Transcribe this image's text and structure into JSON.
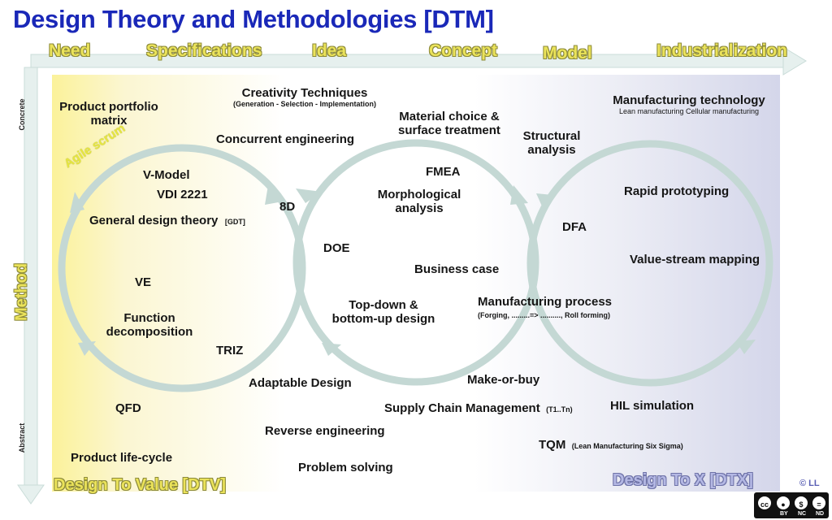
{
  "title": "Design Theory and Methodologies [DTM]",
  "phases": [
    "Need",
    "Specifications",
    "Idea",
    "Concept",
    "Model",
    "Industrialization"
  ],
  "axis": {
    "method": "Method",
    "concrete": "Concrete",
    "abstract": "Abstract"
  },
  "corners": {
    "dtv": "Design To Value [DTV]",
    "dtx": "Design To X [DTX]"
  },
  "agile": "Agile scrum",
  "copyright": "© LL",
  "license": {
    "by": "BY",
    "nc": "NC",
    "nd": "ND"
  },
  "items": {
    "product_portfolio": "Product portfolio",
    "product_portfolio_2": "matrix",
    "creativity": "Creativity Techniques",
    "creativity_sub": "(Generation - Selection - Implementation)",
    "concurrent": "Concurrent engineering",
    "material": "Material choice &",
    "material_2": "surface treatment",
    "structural": "Structural",
    "structural_2": "analysis",
    "manufacturing_tech": "Manufacturing technology",
    "manufacturing_tech_sub": "Lean manufacturing Cellular manufacturing",
    "vmodel": "V-Model",
    "vdi": "VDI 2221",
    "gdt": "General design theory",
    "gdt_sub": "[GDT]",
    "eightd": "8D",
    "fmea": "FMEA",
    "morph": "Morphological",
    "morph_2": "analysis",
    "rapid": "Rapid prototyping",
    "dfa": "DFA",
    "doe": "DOE",
    "business": "Business case",
    "vsm": "Value-stream mapping",
    "ve": "VE",
    "function": "Function",
    "function_2": "decomposition",
    "topdown": "Top-down &",
    "topdown_2": "bottom-up design",
    "mproc": "Manufacturing process",
    "mproc_sub": "(Forging, .........=> .........., Roll forming)",
    "triz": "TRIZ",
    "adaptable": "Adaptable Design",
    "makebuy": "Make-or-buy",
    "qfd": "QFD",
    "scm": "Supply Chain Management",
    "scm_sub": "(T1..Tn)",
    "hil": "HIL simulation",
    "reverse": "Reverse engineering",
    "tqm": "TQM",
    "tqm_sub": "(Lean Manufacturing Six Sigma)",
    "plc": "Product life-cycle",
    "problem": "Problem solving"
  }
}
